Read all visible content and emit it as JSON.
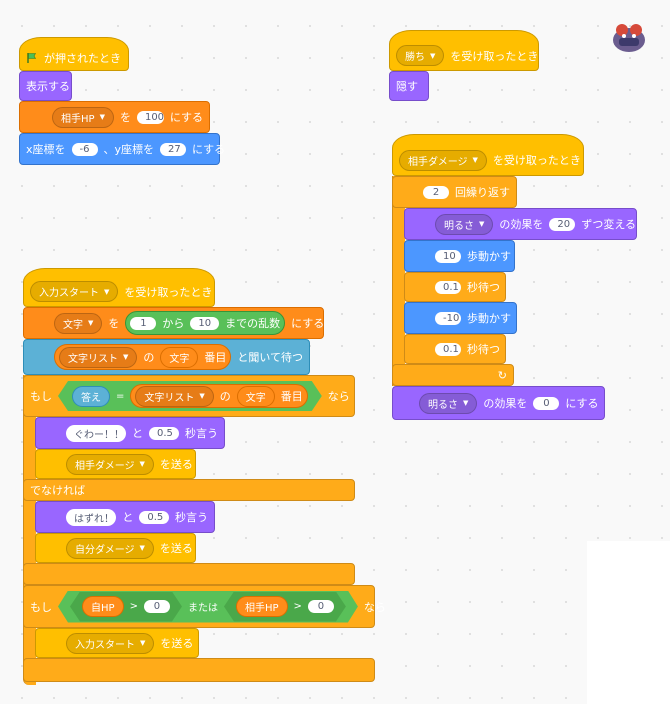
{
  "colors": {
    "events": "#ffbf00",
    "control": "#ffab19",
    "looks": "#9966ff",
    "motion": "#4c97ff",
    "sensing": "#5cb1d6",
    "operators": "#59c059",
    "variables": "#ff8c1a",
    "broadcast": "#e6ac00"
  },
  "script1": {
    "flag_label": "が押されたとき",
    "show": "表示する",
    "set_var": "相手HP",
    "to": "を",
    "set_value": "100",
    "set_suffix": "にする",
    "goto_x": "x座標を",
    "goto_x_val": "-6",
    "goto_y": "、y座標を",
    "goto_y_val": "27",
    "goto_suffix": "にする"
  },
  "script2": {
    "hat_msg": "勝ち",
    "hat_label": "を受け取ったとき",
    "hide": "隠す"
  },
  "script3": {
    "hat_msg": "相手ダメージ",
    "hat_label": "を受け取ったとき",
    "repeat_count": "2",
    "repeat_label": "回繰り返す",
    "effect": "明るさ",
    "effect_change_label": "の効果を",
    "effect_change_val": "20",
    "effect_change_suffix": "ずつ変える",
    "move1": "10",
    "move_label": "歩動かす",
    "wait1": "0.1",
    "wait_label": "秒待つ",
    "move2": "-10",
    "wait2": "0.1",
    "effect2": "明るさ",
    "effect_set_label": "の効果を",
    "effect_set_val": "0",
    "effect_set_suffix": "にする"
  },
  "script4": {
    "hat_msg": "入力スタート",
    "hat_label": "を受け取ったとき",
    "set_var": "文字",
    "set_to": "を",
    "rand_from": "1",
    "rand_mid": "から",
    "rand_to": "10",
    "rand_suffix": "までの乱数",
    "set_suffix": "にする",
    "ask_list": "文字リスト",
    "ask_of": "の",
    "ask_var": "文字",
    "ask_item": "番目",
    "ask_suffix": "と聞いて待つ",
    "if": "もし",
    "answer": "答え",
    "eq": "=",
    "cmp_list": "文字リスト",
    "cmp_of": "の",
    "cmp_var": "文字",
    "cmp_item": "番目",
    "then": "なら",
    "say1": "ぐわー！！",
    "say1_and": "と",
    "say1_secs": "0.5",
    "say1_suffix": "秒言う",
    "bc1": "相手ダメージ",
    "bc_label": "を送る",
    "else": "でなければ",
    "say2": "はずれ！",
    "say2_and": "と",
    "say2_secs": "0.5",
    "say2_suffix": "秒言う",
    "bc2": "自分ダメージ",
    "if2": "もし",
    "my_hp": "自HP",
    "gt": ">",
    "zero": "0",
    "or": "または",
    "opp_hp": "相手HP",
    "gt2": ">",
    "zero2": "0",
    "then2": "なら",
    "bc3": "入力スタート"
  }
}
